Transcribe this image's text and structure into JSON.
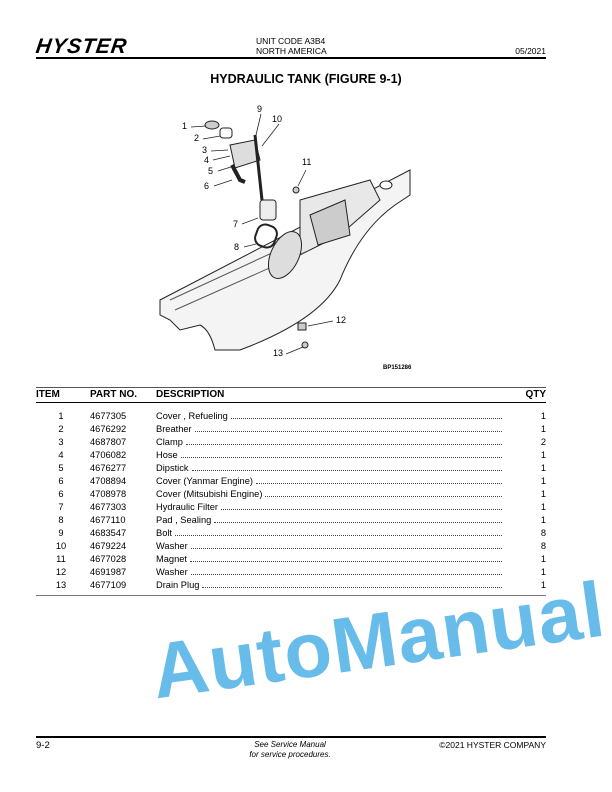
{
  "header": {
    "logo": "HYSTER",
    "unit_code": "UNIT CODE A3B4",
    "region": "NORTH AMERICA",
    "date": "05/2021"
  },
  "title": "HYDRAULIC TANK (FIGURE 9-1)",
  "figure": {
    "code": "BP151286",
    "callouts": [
      "1",
      "2",
      "3",
      "4",
      "5",
      "6",
      "7",
      "8",
      "9",
      "10",
      "11",
      "12",
      "13"
    ]
  },
  "table": {
    "headers": {
      "item": "ITEM",
      "part_no": "PART NO.",
      "description": "DESCRIPTION",
      "qty": "QTY"
    },
    "rows": [
      {
        "item": "1",
        "part_no": "4677305",
        "description": "Cover , Refueling",
        "qty": "1"
      },
      {
        "item": "2",
        "part_no": "4676292",
        "description": "Breather",
        "qty": "1"
      },
      {
        "item": "3",
        "part_no": "4687807",
        "description": "Clamp",
        "qty": "2"
      },
      {
        "item": "4",
        "part_no": "4706082",
        "description": "Hose",
        "qty": "1"
      },
      {
        "item": "5",
        "part_no": "4676277",
        "description": "Dipstick",
        "qty": "1"
      },
      {
        "item": "6",
        "part_no": "4708894",
        "description": "Cover (Yanmar Engine)",
        "qty": "1"
      },
      {
        "item": "6",
        "part_no": "4708978",
        "description": "Cover (Mitsubishi Engine)",
        "qty": "1"
      },
      {
        "item": "7",
        "part_no": "4677303",
        "description": "Hydraulic Filter",
        "qty": "1"
      },
      {
        "item": "8",
        "part_no": "4677110",
        "description": "Pad , Sealing",
        "qty": "1"
      },
      {
        "item": "9",
        "part_no": "4683547",
        "description": "Bolt",
        "qty": "8"
      },
      {
        "item": "10",
        "part_no": "4679224",
        "description": "Washer",
        "qty": "8"
      },
      {
        "item": "11",
        "part_no": "4677028",
        "description": "Magnet",
        "qty": "1"
      },
      {
        "item": "12",
        "part_no": "4691987",
        "description": "Washer",
        "qty": "1"
      },
      {
        "item": "13",
        "part_no": "4677109",
        "description": "Drain Plug",
        "qty": "1"
      }
    ]
  },
  "watermark": "AutoManual",
  "footer": {
    "page": "9-2",
    "note_line1": "See Service Manual",
    "note_line2": "for service procedures.",
    "copyright": "©2021 HYSTER COMPANY"
  }
}
